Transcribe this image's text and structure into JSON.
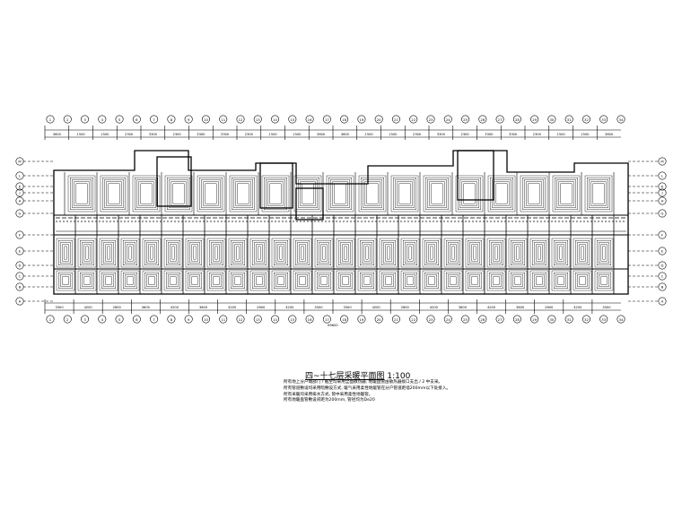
{
  "drawing": {
    "title": "四~十七层采暖平面图",
    "scale": "1:100",
    "notes": [
      "所有地上分户端部门 / 截至均采用全面散热器, 地暖盘管由散热器接口支出 / 2 中支采。",
      "所有管道敷设均采用暗敷设方式, 暖气采用柔性地暖管在分户管道距墙200mm以下处接入。",
      "所有采暖均采用排水方式, 管中采用柔性地暖管。",
      "所有地暖盘管敷设间距为200mm, 管径均为De20"
    ]
  },
  "axis_labels": {
    "top": [
      "1",
      "2",
      "3",
      "4",
      "5",
      "6",
      "7",
      "8",
      "9",
      "10",
      "11",
      "12",
      "13",
      "14",
      "15",
      "16",
      "17",
      "18",
      "19",
      "20",
      "21",
      "22",
      "23",
      "24",
      "25",
      "26",
      "27",
      "28",
      "29",
      "30",
      "31",
      "32",
      "33",
      "34"
    ],
    "bottom": [
      "1",
      "2",
      "3",
      "4",
      "5",
      "6",
      "7",
      "8",
      "9",
      "10",
      "11",
      "12",
      "13",
      "14",
      "15",
      "16",
      "17",
      "18",
      "19",
      "20",
      "21",
      "22",
      "23",
      "24",
      "25",
      "26",
      "27",
      "28",
      "29",
      "30",
      "31",
      "32",
      "33",
      "34"
    ],
    "left": [
      "M",
      "L",
      "K",
      "J",
      "H",
      "G",
      "F",
      "E",
      "D",
      "C",
      "B",
      "A"
    ],
    "right": [
      "M",
      "L",
      "K",
      "J",
      "H",
      "G",
      "F",
      "E",
      "D",
      "C",
      "B",
      "A"
    ]
  },
  "dimensions": {
    "top": [
      "3600",
      "1500",
      "1500",
      "2300",
      "3300",
      "2300",
      "3300",
      "3300",
      "2300",
      "1500",
      "1500",
      "3600",
      "3600",
      "1500",
      "1500",
      "2300",
      "3300",
      "2300",
      "3300",
      "3300",
      "2300",
      "1500",
      "1500",
      "3600"
    ],
    "bottom": [
      "3300",
      "4200",
      "2800",
      "3600",
      "4200",
      "3600",
      "4200",
      "2800",
      "4200",
      "3300",
      "3300",
      "4200",
      "2800",
      "4200",
      "3600",
      "4200",
      "3600",
      "2800",
      "4200",
      "3300"
    ],
    "total": "69600"
  },
  "colors": {
    "line": "#000000",
    "background": "#ffffff"
  }
}
